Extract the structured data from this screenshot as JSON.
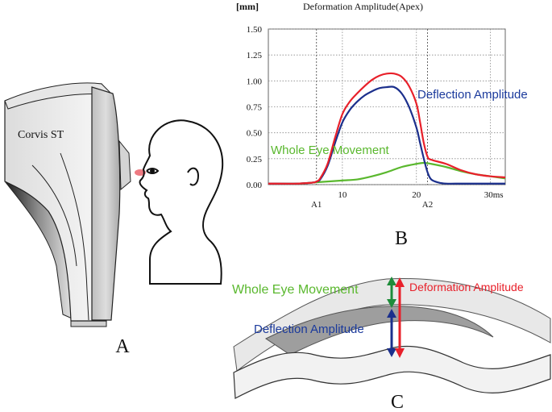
{
  "panel_a": {
    "label": "A",
    "device_label": "Corvis ST"
  },
  "panel_b": {
    "label": "B",
    "unit_label": "[mm]",
    "title": "Deformation Amplitude(Apex)",
    "y_ticks": [
      "1.50",
      "1.25",
      "1.00",
      "0.75",
      "0.50",
      "0.25",
      "0.00"
    ],
    "x_ticks": [
      "10",
      "20",
      "30ms"
    ],
    "markers": [
      "A1",
      "A2"
    ],
    "annotations": {
      "deflection": "Deflection Amplitude",
      "whole_eye": "Whole Eye Movement"
    }
  },
  "panel_c": {
    "label": "C",
    "whole_eye": "Whole Eye Movement",
    "deformation": "Deformation Amplitude",
    "deflection": "Deflection Amplitude"
  },
  "colors": {
    "deformation": "#e8202a",
    "deflection": "#1b2f8c",
    "whole_eye": "#5ab82e",
    "green_arrow": "#1e8c3a",
    "grid": "#888888"
  },
  "chart_data": {
    "type": "line",
    "title": "Deformation Amplitude(Apex)",
    "xlabel": "",
    "ylabel": "[mm]",
    "xlim": [
      0,
      32
    ],
    "ylim": [
      0,
      1.5
    ],
    "x_ticks": [
      10,
      20,
      30
    ],
    "y_ticks": [
      0,
      0.25,
      0.5,
      0.75,
      1.0,
      1.25,
      1.5
    ],
    "grid": true,
    "series": [
      {
        "name": "Deformation Amplitude",
        "color": "#e8202a",
        "x": [
          0,
          4,
          6,
          6.5,
          7,
          8,
          9,
          10,
          11,
          12,
          13,
          14,
          15,
          16,
          17,
          18,
          19,
          20,
          20.5,
          21,
          21.5,
          22,
          24,
          26,
          28,
          30,
          32
        ],
        "y": [
          0.01,
          0.01,
          0.02,
          0.03,
          0.06,
          0.2,
          0.45,
          0.68,
          0.8,
          0.88,
          0.95,
          1.01,
          1.05,
          1.07,
          1.07,
          1.04,
          0.95,
          0.78,
          0.6,
          0.4,
          0.27,
          0.24,
          0.2,
          0.14,
          0.1,
          0.08,
          0.07
        ]
      },
      {
        "name": "Deflection Amplitude",
        "color": "#1b2f8c",
        "x": [
          0,
          4,
          6,
          6.5,
          7,
          8,
          9,
          10,
          11,
          12,
          13,
          14,
          15,
          16,
          17,
          18,
          19,
          20,
          20.5,
          21,
          21.5,
          22,
          23,
          24,
          26,
          28,
          30,
          32
        ],
        "y": [
          0.01,
          0.01,
          0.02,
          0.03,
          0.05,
          0.18,
          0.4,
          0.6,
          0.72,
          0.8,
          0.86,
          0.9,
          0.93,
          0.94,
          0.94,
          0.88,
          0.75,
          0.55,
          0.4,
          0.25,
          0.12,
          0.05,
          0.02,
          0.01,
          0.01,
          0.01,
          0.01,
          0.01
        ]
      },
      {
        "name": "Whole Eye Movement",
        "color": "#5ab82e",
        "x": [
          0,
          4,
          6,
          8,
          10,
          12,
          14,
          16,
          18,
          20,
          21,
          22,
          24,
          26,
          28,
          30,
          32
        ],
        "y": [
          0.01,
          0.01,
          0.02,
          0.03,
          0.04,
          0.05,
          0.08,
          0.12,
          0.17,
          0.2,
          0.21,
          0.2,
          0.17,
          0.13,
          0.1,
          0.08,
          0.06
        ]
      }
    ],
    "markers": [
      {
        "label": "A1",
        "x": 6.5
      },
      {
        "label": "A2",
        "x": 21.5
      }
    ]
  }
}
